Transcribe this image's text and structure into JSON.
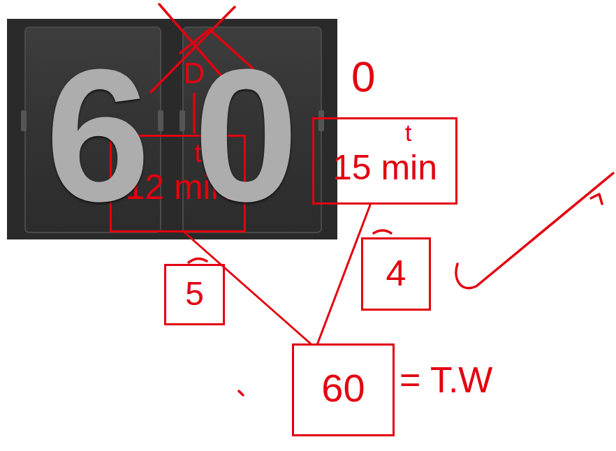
{
  "diagram": {
    "nodes": [
      {
        "text": [
          "12 min",
          "t"
        ]
      },
      {
        "text": [
          "15 min",
          "t"
        ]
      },
      {
        "text": [
          "5"
        ]
      },
      {
        "text": [
          "4"
        ]
      },
      {
        "text": [
          "60"
        ],
        "in": null
      }
    ],
    "edges": [
      {
        "from": 0,
        "to": 4,
        "arrow": "none"
      },
      {
        "from": 1,
        "to": 4,
        "arrow": "none"
      }
    ],
    "labels": [
      "60",
      "D",
      "0",
      "= T.W"
    ]
  }
}
